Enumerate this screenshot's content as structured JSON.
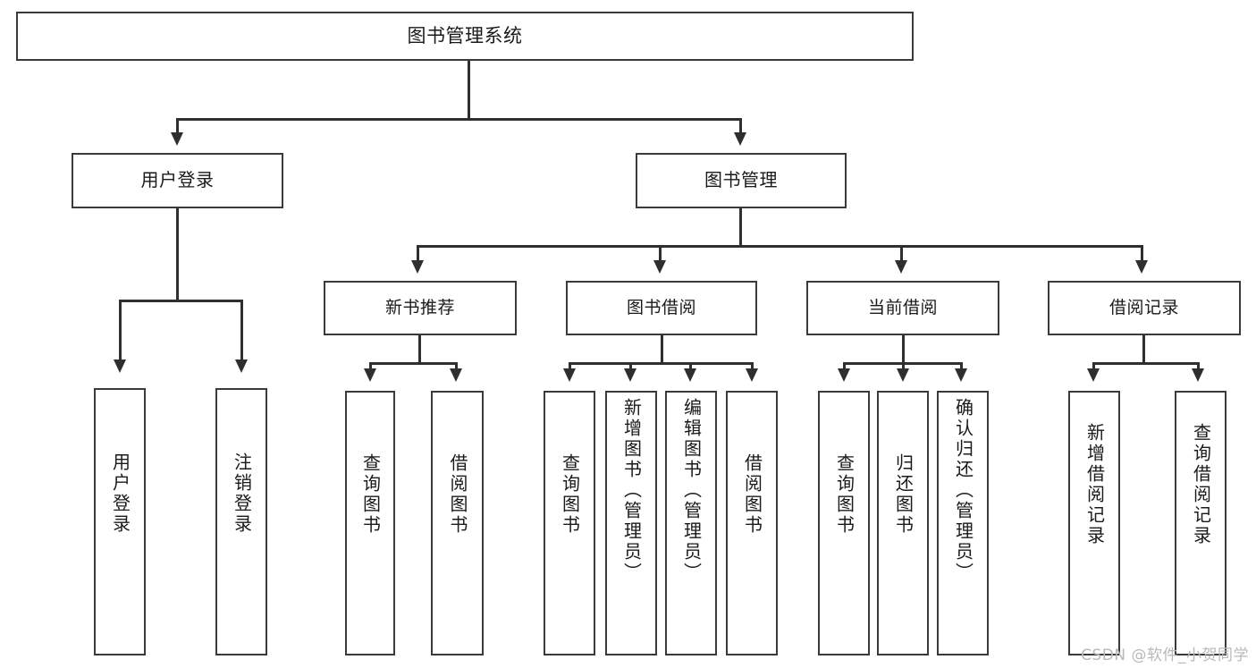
{
  "diagram": {
    "title": "图书管理系统",
    "type": "hierarchy-tree",
    "root": {
      "label": "图书管理系统"
    },
    "level2": [
      {
        "label": "用户登录"
      },
      {
        "label": "图书管理"
      }
    ],
    "level3": [
      {
        "label": "新书推荐"
      },
      {
        "label": "图书借阅"
      },
      {
        "label": "当前借阅"
      },
      {
        "label": "借阅记录"
      }
    ],
    "leaves": {
      "user_login": [
        {
          "label": "用户登录"
        },
        {
          "label": "注销登录"
        }
      ],
      "new_book_recommend": [
        {
          "label": "查询图书"
        },
        {
          "label": "借阅图书"
        }
      ],
      "book_borrow": [
        {
          "label": "查询图书"
        },
        {
          "label": "新增图书（管理员）"
        },
        {
          "label": "编辑图书（管理员）"
        },
        {
          "label": "借阅图书"
        }
      ],
      "current_borrow": [
        {
          "label": "查询图书"
        },
        {
          "label": "归还图书"
        },
        {
          "label": "确认归还（管理员）"
        }
      ],
      "borrow_record": [
        {
          "label": "新增借阅记录"
        },
        {
          "label": "查询借阅记录"
        }
      ]
    }
  },
  "watermark": {
    "text": "CSDN @软件_小贺同学"
  },
  "colors": {
    "box_border": "#3a3a3a",
    "connector": "#2f2f2f",
    "text": "#1a1a1a",
    "background": "#ffffff",
    "watermark": "#b9b9b9"
  }
}
